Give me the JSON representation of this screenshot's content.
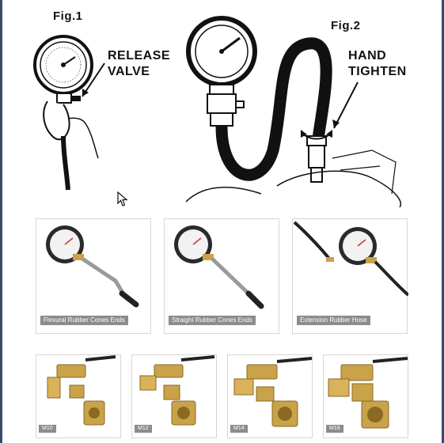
{
  "diagram": {
    "fig1_label": "Fig.1",
    "fig2_label": "Fig.2",
    "release_valve_line1": "RELEASE",
    "release_valve_line2": "VALVE",
    "hand_tighten_line1": "HAND",
    "hand_tighten_line2": "TIGHTEN"
  },
  "products": [
    {
      "caption": "Flexural Rubber Cones Ends"
    },
    {
      "caption": "Straight Rubber Cones Ends"
    },
    {
      "caption": "Extension Rubber Hose"
    }
  ],
  "adapters": [
    {
      "caption": "M10"
    },
    {
      "caption": "M12"
    },
    {
      "caption": "M14"
    },
    {
      "caption": "M18"
    }
  ],
  "colors": {
    "caption_bg": "#8c8c8c",
    "brass": "#c9a24a",
    "card_border": "#d6d6d6"
  },
  "icons": {
    "cursor": "mouse-pointer-icon"
  }
}
